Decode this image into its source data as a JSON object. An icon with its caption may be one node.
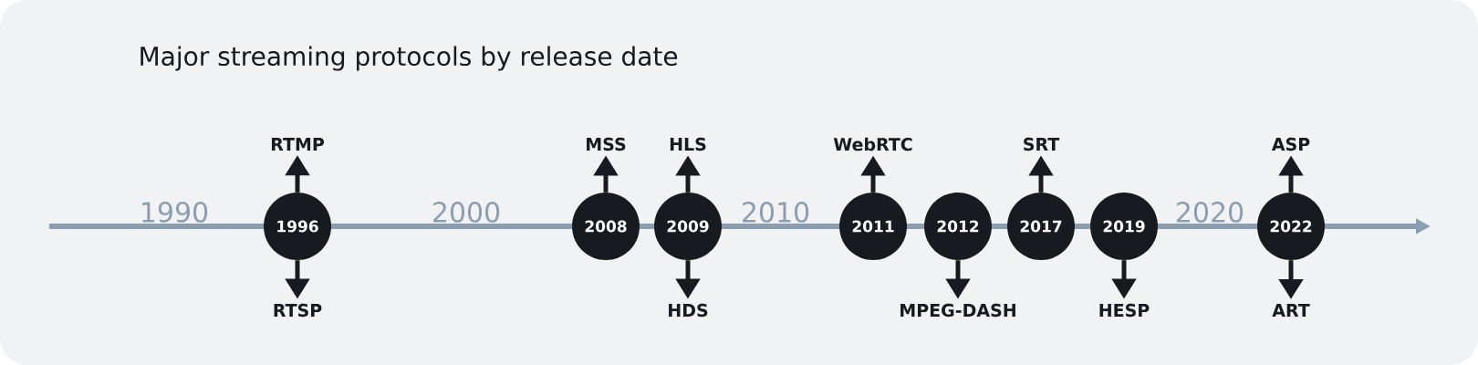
{
  "diagram": {
    "title": "Major streaming protocols by release date",
    "nodes": [
      {
        "text": [
          "RTMP"
        ]
      },
      {
        "text": [
          "1996"
        ]
      },
      {
        "text": [
          "RTSP"
        ]
      },
      {
        "text": [
          "MSS"
        ]
      },
      {
        "text": [
          "2008"
        ]
      },
      {
        "text": [
          "HLS"
        ]
      },
      {
        "text": [
          "2009"
        ]
      },
      {
        "text": [
          "HDS"
        ]
      },
      {
        "text": [
          "WebRTC"
        ]
      },
      {
        "text": [
          "2011"
        ]
      },
      {
        "text": [
          "2012"
        ]
      },
      {
        "text": [
          "MPEG-DASH"
        ]
      },
      {
        "text": [
          "SRT"
        ]
      },
      {
        "text": [
          "2017"
        ]
      },
      {
        "text": [
          "2019"
        ]
      },
      {
        "text": [
          "HESP"
        ]
      },
      {
        "text": [
          "ASP"
        ]
      },
      {
        "text": [
          "2022"
        ]
      },
      {
        "text": [
          "ART"
        ]
      }
    ],
    "edges": [
      {
        "from": 1,
        "to": 0,
        "arrow": "to"
      },
      {
        "from": 1,
        "to": 2,
        "arrow": "to"
      },
      {
        "from": 4,
        "to": 3,
        "arrow": "to"
      },
      {
        "from": 6,
        "to": 5,
        "arrow": "to"
      },
      {
        "from": 6,
        "to": 7,
        "arrow": "to"
      },
      {
        "from": 9,
        "to": 8,
        "arrow": "to"
      },
      {
        "from": 10,
        "to": 11,
        "arrow": "to"
      },
      {
        "from": 13,
        "to": 12,
        "arrow": "to"
      },
      {
        "from": 14,
        "to": 15,
        "arrow": "to"
      },
      {
        "from": 17,
        "to": 16,
        "arrow": "to"
      },
      {
        "from": 17,
        "to": 18,
        "arrow": "to"
      }
    ],
    "labels": [
      "1990",
      "2000",
      "2010",
      "2020"
    ]
  }
}
